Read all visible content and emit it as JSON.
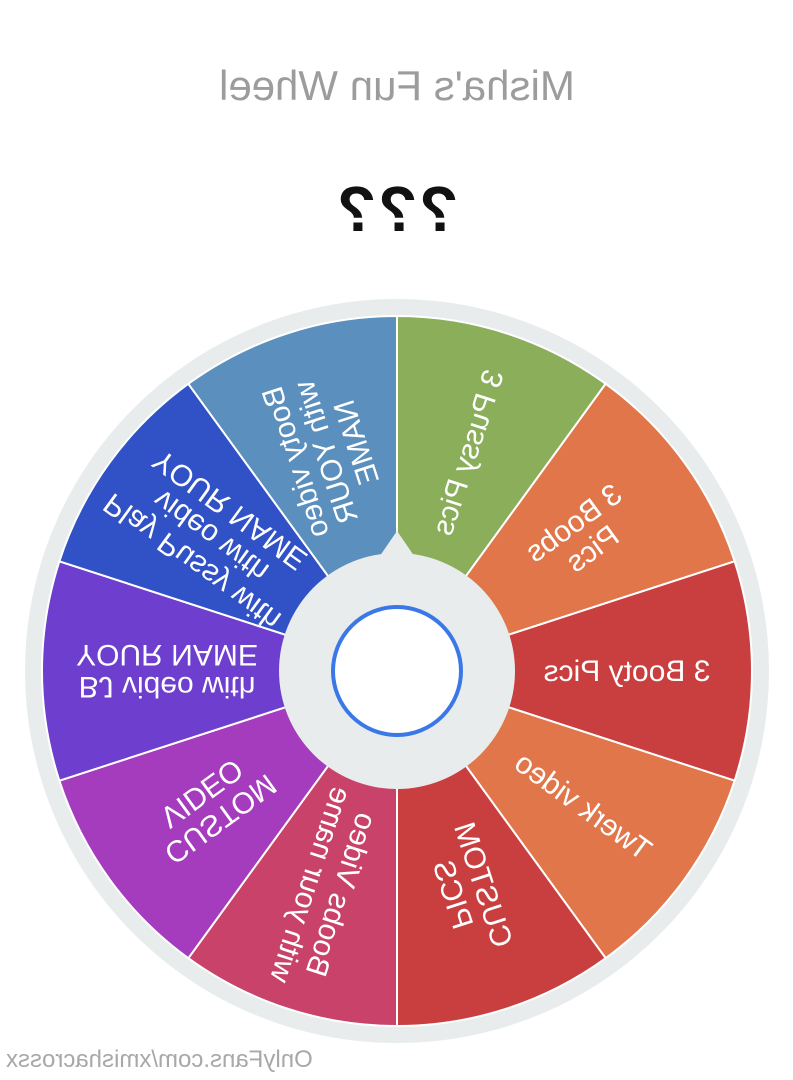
{
  "header": {
    "title": "Misha's Fun Wheel",
    "result": "???"
  },
  "wheel": {
    "rim_color": "#e8ecec",
    "hub_color": "#e8ecec",
    "center_ring_color": "#3b78e7",
    "segments": [
      {
        "lines": [
          "3 Pussy Pics"
        ],
        "color": "#8aae5a"
      },
      {
        "lines": [
          "3 Boobs",
          "Pics"
        ],
        "color": "#e0764a"
      },
      {
        "lines": [
          "3 Booty Pics"
        ],
        "color": "#c93f40"
      },
      {
        "lines": [
          "Twerk video"
        ],
        "color": "#e0764a"
      },
      {
        "lines": [
          "CUSTOM",
          "PICS"
        ],
        "color": "#c93f40"
      },
      {
        "lines": [
          "Boobs Video",
          "with your name"
        ],
        "color": "#c9426a"
      },
      {
        "lines": [
          "CUSTOM",
          "VIDEO"
        ],
        "color": "#a53cbe"
      },
      {
        "lines": [
          "BJ video with",
          "YOUR NAME"
        ],
        "color": "#6e3ecf"
      },
      {
        "lines": [
          "Play Pussy with",
          "video with",
          "YOUR NAME"
        ],
        "color": "#3151c6"
      },
      {
        "lines": [
          "Booty video",
          "with YOUR",
          "NAME"
        ],
        "color": "#5b8fbd"
      }
    ]
  },
  "footer": {
    "watermark": "OnlyFans.com/xmishacrossx"
  }
}
